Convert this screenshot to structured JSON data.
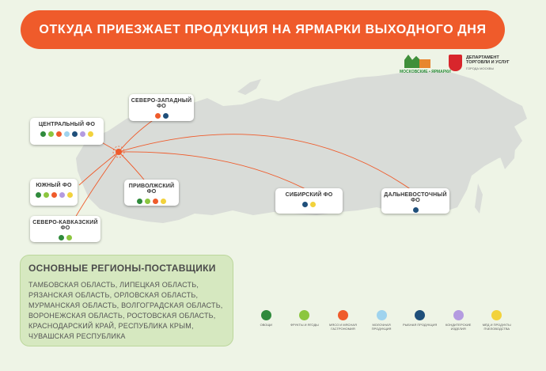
{
  "title": "ОТКУДА ПРИЕЗЖАЕТ ПРОДУКЦИЯ НА ЯРМАРКИ ВЫХОДНОГО ДНЯ",
  "logos": {
    "fairs": "МОСКОВСКИЕ • ЯРМАРКИ",
    "dept_line1": "ДЕПАРТАМЕНТ",
    "dept_line2": "ТОРГОВЛИ И УСЛУГ",
    "dept_line3": "ГОРОДА МОСКВЫ"
  },
  "colors": {
    "accent": "#ef5b2b",
    "route": "#ef5b2b",
    "land": "#d9dcd8",
    "bg": "#eef4e6",
    "panel": "#d6e8c0"
  },
  "districts": [
    {
      "id": "nw",
      "name": "СЕВЕРО-ЗАПАДНЫЙ ФО",
      "icons": [
        "meat",
        "fish"
      ]
    },
    {
      "id": "central",
      "name": "ЦЕНТРАЛЬНЫЙ ФО",
      "icons": [
        "vegetables",
        "fruits",
        "meat",
        "dairy",
        "fish",
        "confectionery",
        "honey"
      ]
    },
    {
      "id": "south",
      "name": "ЮЖНЫЙ ФО",
      "icons": [
        "vegetables",
        "fruits",
        "meat",
        "confectionery",
        "honey"
      ]
    },
    {
      "id": "volga",
      "name": "ПРИВОЛЖСКИЙ ФО",
      "icons": [
        "vegetables",
        "fruits",
        "meat",
        "honey"
      ]
    },
    {
      "id": "nk",
      "name": "СЕВЕРО-КАВКАЗСКИЙ ФО",
      "icons": [
        "vegetables",
        "fruits"
      ]
    },
    {
      "id": "siberia",
      "name": "СИБИРСКИЙ ФО",
      "icons": [
        "fish",
        "honey"
      ]
    },
    {
      "id": "fe",
      "name": "ДАЛЬНЕВОСТОЧНЫЙ ФО",
      "icons": [
        "fish"
      ]
    }
  ],
  "regions": {
    "heading": "ОСНОВНЫЕ РЕГИОНЫ-ПОСТАВЩИКИ",
    "text": "ТАМБОВСКАЯ ОБЛАСТЬ, ЛИПЕЦКАЯ ОБЛАСТЬ, РЯЗАНСКАЯ ОБЛАСТЬ, ОРЛОВСКАЯ ОБЛАСТЬ, МУРМАНСКАЯ ОБЛАСТЬ, ВОЛГОГРАДСКАЯ ОБЛАСТЬ, ВОРОНЕЖСКАЯ ОБЛАСТЬ, РОСТОВСКАЯ ОБЛАСТЬ, КРАСНОДАРСКИЙ КРАЙ, РЕСПУБЛИКА КРЫМ, ЧУВАШСКАЯ РЕСПУБЛИКА"
  },
  "legend": [
    {
      "key": "vegetables",
      "label": "ОВОЩИ",
      "color": "#2f8a3c",
      "icon": "vegetables-icon"
    },
    {
      "key": "fruits",
      "label": "ФРУКТЫ И ЯГОДЫ",
      "color": "#8cc63f",
      "icon": "fruits-icon"
    },
    {
      "key": "meat",
      "label": "МЯСО И МЯСНАЯ ГАСТРОНОМИЯ",
      "color": "#ef5b2b",
      "icon": "meat-icon"
    },
    {
      "key": "dairy",
      "label": "МОЛОЧНАЯ ПРОДУКЦИЯ",
      "color": "#9fd3ee",
      "icon": "dairy-icon"
    },
    {
      "key": "fish",
      "label": "РЫБНАЯ ПРОДУКЦИЯ",
      "color": "#1f4f7a",
      "icon": "fish-icon"
    },
    {
      "key": "confectionery",
      "label": "КОНДИТЕРСКИЕ ИЗДЕЛИЯ",
      "color": "#b49be0",
      "icon": "confectionery-icon"
    },
    {
      "key": "honey",
      "label": "МЁД И ПРОДУКТЫ ПЧЕЛОВОДСТВА",
      "color": "#f2d23c",
      "icon": "honey-icon"
    }
  ]
}
